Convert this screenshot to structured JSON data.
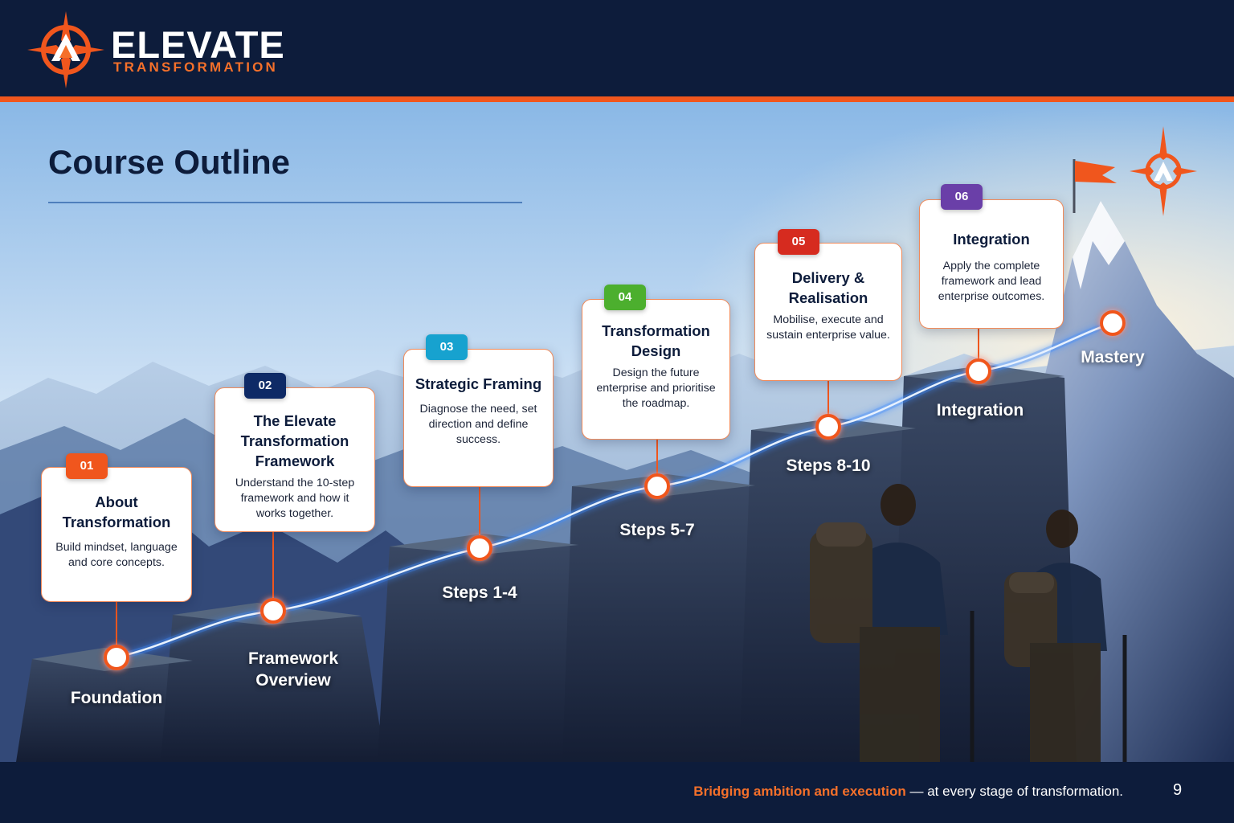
{
  "brand": {
    "name": "ELEVATE",
    "subtitle": "TRANSFORMATION"
  },
  "slide": {
    "title": "Course Outline",
    "page_number": "9"
  },
  "modules": [
    {
      "number": "01",
      "title": "About Transformation",
      "description": "Build mindset, language and core concepts.",
      "stage": "Foundation",
      "badge_color": "#f0561d"
    },
    {
      "number": "02",
      "title": "The Elevate Transformation Framework",
      "description": "Understand the 10-step framework and how it works together.",
      "stage": "Framework Overview",
      "badge_color": "#0e2a66"
    },
    {
      "number": "03",
      "title": "Strategic Framing",
      "description": "Diagnose the need, set direction and define success.",
      "stage": "Steps 1-4",
      "badge_color": "#17a2cf"
    },
    {
      "number": "04",
      "title": "Transformation Design",
      "description": "Design the future enterprise and prioritise the roadmap.",
      "stage": "Steps 5-7",
      "badge_color": "#4caf2e"
    },
    {
      "number": "05",
      "title": "Delivery & Realisation",
      "description": "Mobilise, execute and sustain enterprise value.",
      "stage": "Steps 8-10",
      "badge_color": "#d62b1f"
    },
    {
      "number": "06",
      "title": "Integration",
      "description": "Apply the complete framework and lead enterprise outcomes.",
      "stage": "Integration",
      "badge_color": "#6a3fa8"
    }
  ],
  "summit": {
    "label": "Mastery"
  },
  "footer": {
    "highlight": "Bridging ambition and execution",
    "rest": " — at every stage of transformation."
  },
  "colors": {
    "navy": "#0d1c3b",
    "accent": "#f0561d",
    "path": "#5aa6ff"
  },
  "icons": {
    "logo": "compass-mountain-icon",
    "summit_flag": "flag-icon"
  }
}
